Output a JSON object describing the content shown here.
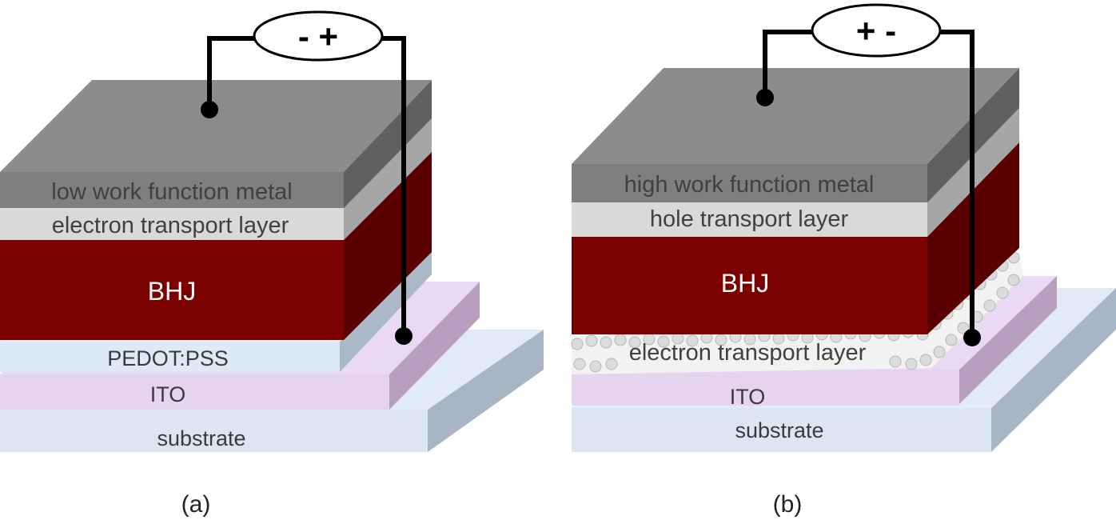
{
  "panel_a": {
    "caption": "(a)",
    "polarity": "- +",
    "layers": {
      "top_metal": "low work function metal",
      "transport": "electron transport layer",
      "active": "BHJ",
      "buffer": "PEDOT:PSS",
      "electrode": "ITO",
      "substrate": "substrate"
    }
  },
  "panel_b": {
    "caption": "(b)",
    "polarity": "+ -",
    "layers": {
      "top_metal": "high work function metal",
      "transport": "hole transport layer",
      "active": "BHJ",
      "buffer": "electron transport layer",
      "electrode": "ITO",
      "substrate": "substrate"
    }
  },
  "colors": {
    "metal": "#7f7f7f",
    "transport": "#d9d9d9",
    "bhj": "#7b0000",
    "pedot": "#dde9f4",
    "ito": "#e6d3ee",
    "substrate": "#dbe6f2",
    "wire": "#000000"
  }
}
